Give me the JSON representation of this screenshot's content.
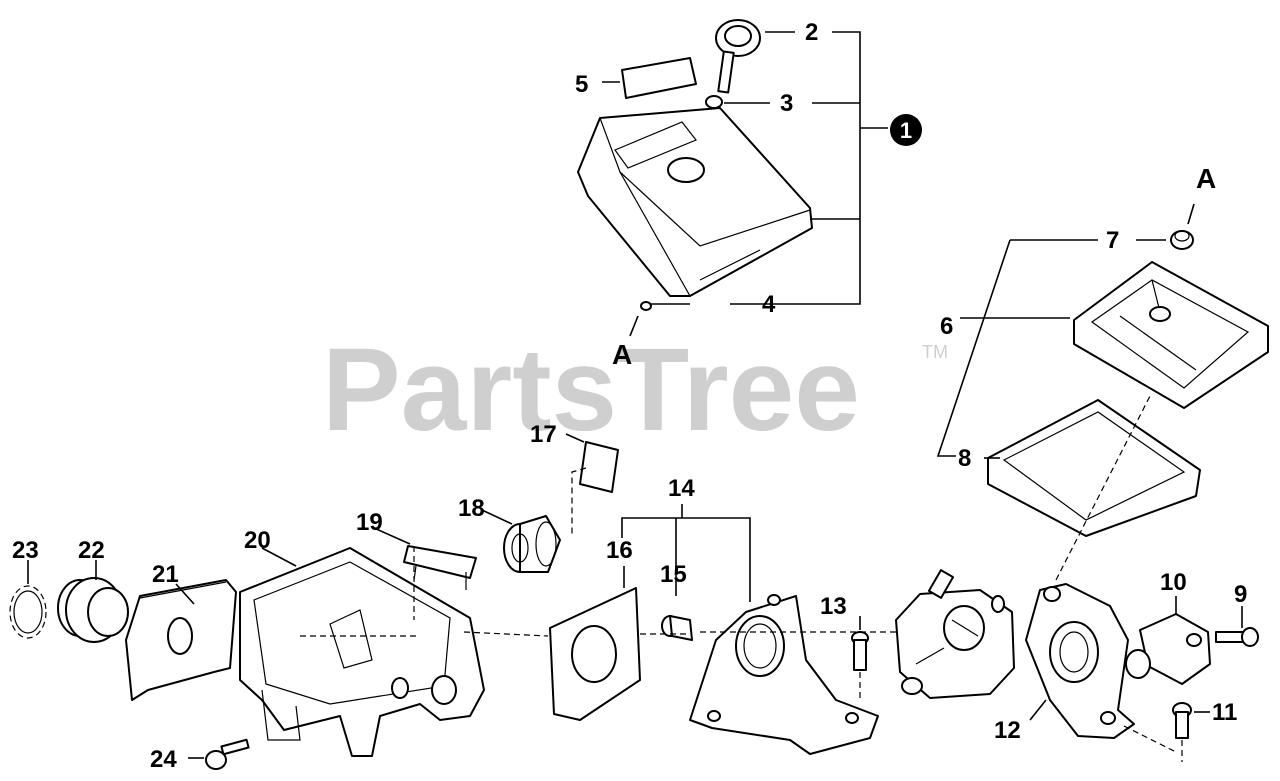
{
  "watermark": {
    "text": "PartsTree",
    "trademark": "TM"
  },
  "callouts": {
    "c1": "1",
    "c2": "2",
    "c3": "3",
    "c4": "4",
    "c5": "5",
    "c6": "6",
    "c7": "7",
    "c8": "8",
    "c9": "9",
    "c10": "10",
    "c11": "11",
    "c12": "12",
    "c13": "13",
    "c14": "14",
    "c15": "15",
    "c16": "16",
    "c17": "17",
    "c18": "18",
    "c19": "19",
    "c20": "20",
    "c21": "21",
    "c22": "22",
    "c23": "23",
    "c24": "24"
  },
  "refs": {
    "a_top": "A",
    "a_bottom": "A"
  }
}
